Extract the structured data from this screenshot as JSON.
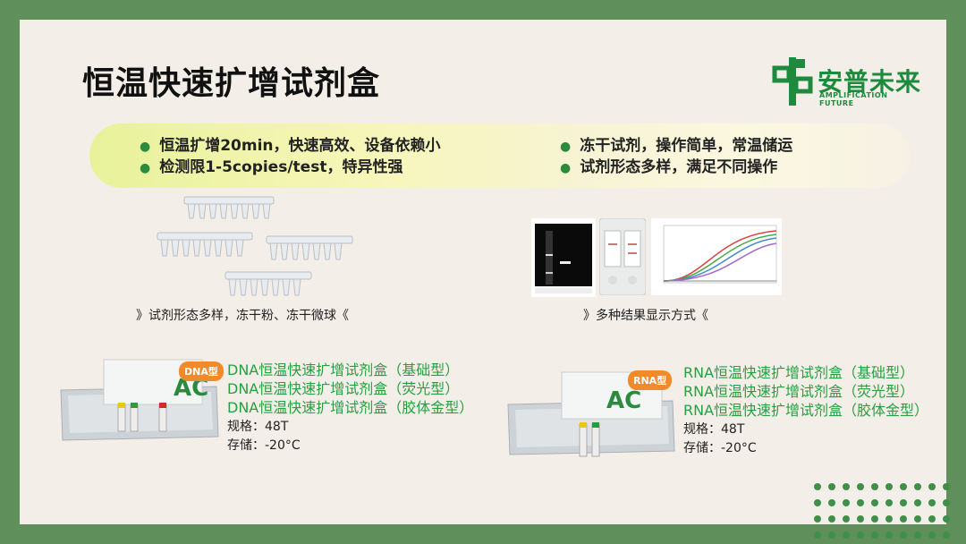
{
  "slide": {
    "title": "恒温快速扩增试剂盒",
    "logo": {
      "cn": "安普未来",
      "en": "AMPLIFICATION FUTURE"
    },
    "features": [
      "恒温扩增20min，快速高效、设备依赖小",
      "检测限1-5copies/test，特异性强",
      "冻干试剂，操作简单，常温储运",
      "试剂形态多样，满足不同操作"
    ],
    "captions": {
      "forms": "》试剂形态多样，冻干粉、冻干微球《",
      "results": "》多种结果显示方式《"
    },
    "dna_kit": {
      "badge": "DNA型",
      "names": [
        "DNA恒温快速扩增试剂盒（基础型）",
        "DNA恒温快速扩增试剂盒（荧光型）",
        "DNA恒温快速扩增试剂盒（胶体金型）"
      ],
      "spec": "规格：48T",
      "storage": "存储：-20°C"
    },
    "rna_kit": {
      "badge": "RNA型",
      "names": [
        "RNA恒温快速扩增试剂盒（基础型）",
        "RNA恒温快速扩增试剂盒（荧光型）",
        "RNA恒温快速扩增试剂盒（胶体金型）"
      ],
      "spec": "规格：48T",
      "storage": "存储：-20°C"
    },
    "colors": {
      "accent_green": "#26a040",
      "frame_green": "#5f8f5a",
      "background": "#f3efe8"
    }
  }
}
